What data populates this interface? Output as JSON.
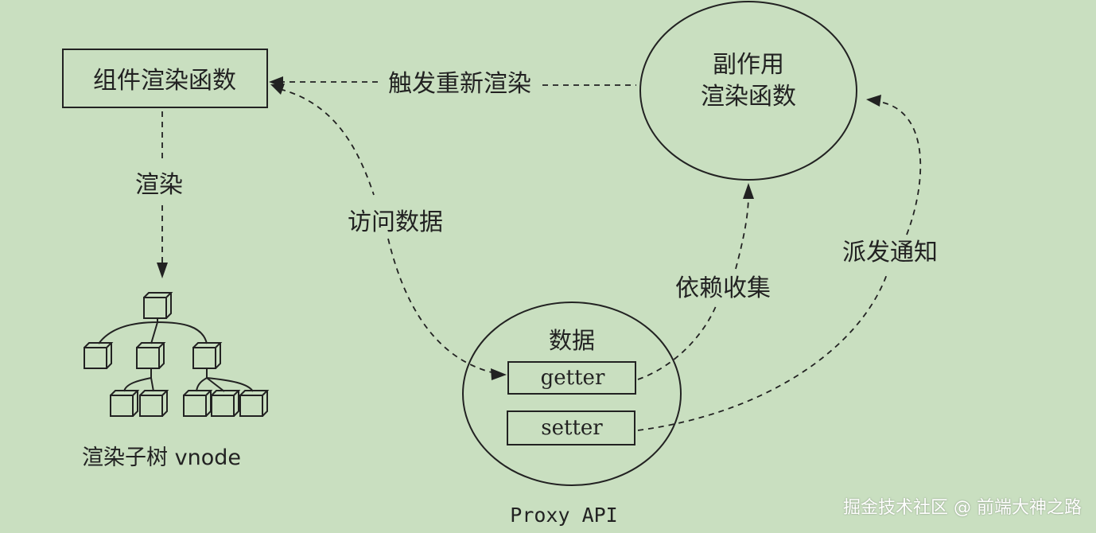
{
  "nodes": {
    "render_function": "组件渲染函数",
    "effect_function_line1": "副作用",
    "effect_function_line2": "渲染函数",
    "data_title": "数据",
    "getter": "getter",
    "setter": "setter",
    "proxy_api": "Proxy API",
    "vnode_tree": "渲染子树 vnode"
  },
  "edges": {
    "rerender": "触发重新渲染",
    "render": "渲染",
    "access_data": "访问数据",
    "dep_collect": "依赖收集",
    "dispatch_notify": "派发通知"
  },
  "watermark": "掘金技术社区 @ 前端大神之路",
  "colors": {
    "background": "#c9dfc0",
    "ink": "#222222"
  }
}
